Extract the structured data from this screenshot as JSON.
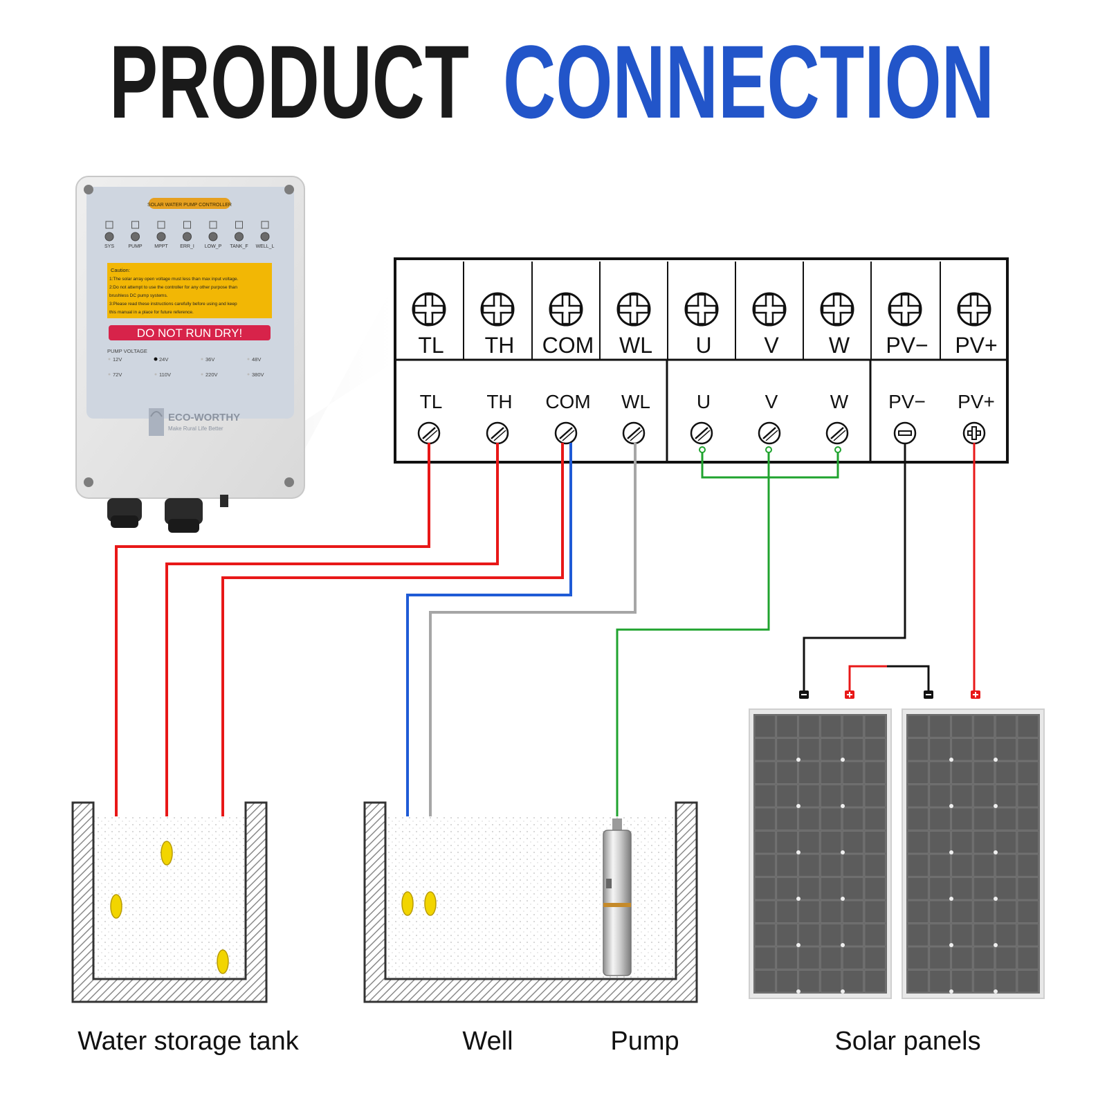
{
  "title": {
    "word1": "PRODUCT",
    "word2": "CONNECTION",
    "color1": "#1a1a1a",
    "color2": "#2255c9"
  },
  "controller": {
    "label_plate": "SOLAR WATER PUMP CONTROLLER",
    "indicators": [
      "SYS",
      "PUMP",
      "MPPT",
      "ERR_I",
      "LOW_P",
      "TANK_F",
      "WELL_L"
    ],
    "caution_title": "Caution:",
    "caution_lines": [
      "1:The solar array open voltage must less than max input voltage.",
      "2:Do not attempt to use the controller for any other purpose than",
      "brushless DC pump systems.",
      "3:Please read these instructions carefully before using and keep",
      "this manual in a place for future reference."
    ],
    "warning": "DO NOT RUN DRY!",
    "voltage_label": "PUMP VOLTAGE",
    "voltages": [
      "12V",
      "24V",
      "36V",
      "48V",
      "72V",
      "110V",
      "220V",
      "380V"
    ],
    "selected_voltage": "24V",
    "brand": "ECO-WORTHY",
    "slogan": "Make Rural Life Better"
  },
  "terminal_block": {
    "terminals": [
      "TL",
      "TH",
      "COM",
      "WL",
      "U",
      "V",
      "W",
      "PV−",
      "PV+"
    ]
  },
  "captions": {
    "tank": "Water storage tank",
    "well": "Well",
    "pump": "Pump",
    "solar": "Solar panels"
  },
  "colors": {
    "wire_red": "#e81818",
    "wire_blue": "#1f5bd6",
    "wire_gray": "#a6a6a6",
    "wire_green": "#1fa32e",
    "wire_black": "#111111",
    "warning_bg": "#d7234a",
    "caution_bg": "#f2b705"
  }
}
